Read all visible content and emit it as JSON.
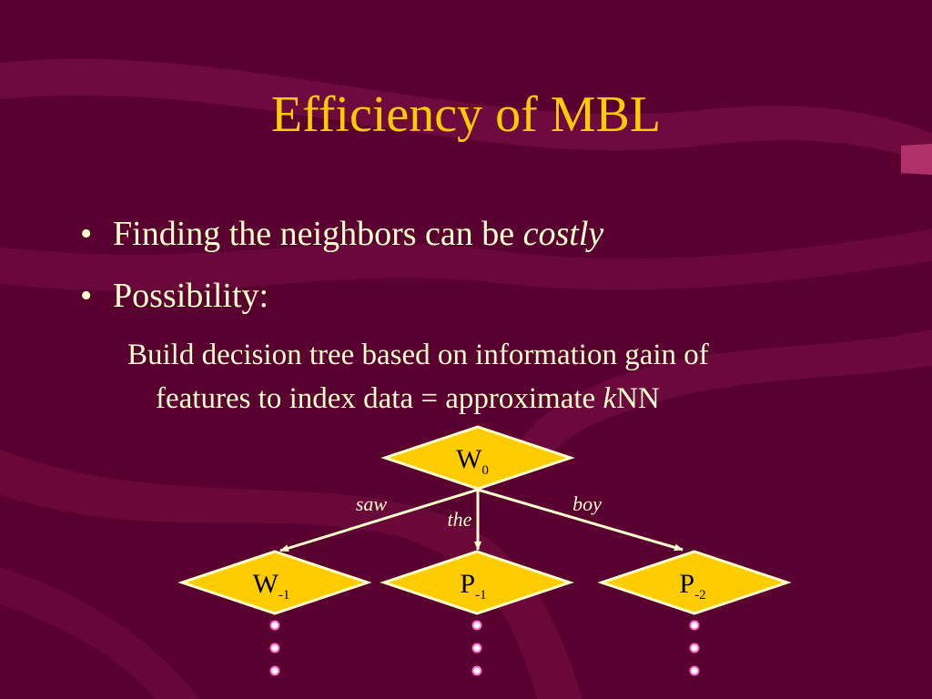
{
  "slide": {
    "title": "Efficiency of MBL",
    "bullets": [
      {
        "text": "Finding the neighbors can be ",
        "emph": "costly"
      },
      {
        "text": "Possibility:"
      }
    ],
    "sub_bullet": {
      "line1": "Build decision tree based on information gain of",
      "line2_pre": "features to index data = approximate ",
      "line2_emph": "k",
      "line2_post": "NN"
    }
  },
  "tree": {
    "root": {
      "label": "W",
      "sub": "0"
    },
    "children": [
      {
        "label": "W",
        "sub": "-1",
        "edge": "saw"
      },
      {
        "label": "P",
        "sub": "-1",
        "edge": "the"
      },
      {
        "label": "P",
        "sub": "-2",
        "edge": "boy"
      }
    ]
  },
  "colors": {
    "background": "#5a0030",
    "title": "#ffcc00",
    "text": "#ffffcc",
    "node_fill": "#ffcc00",
    "node_stroke": "#ffffcc",
    "dots": "#ff66cc"
  }
}
